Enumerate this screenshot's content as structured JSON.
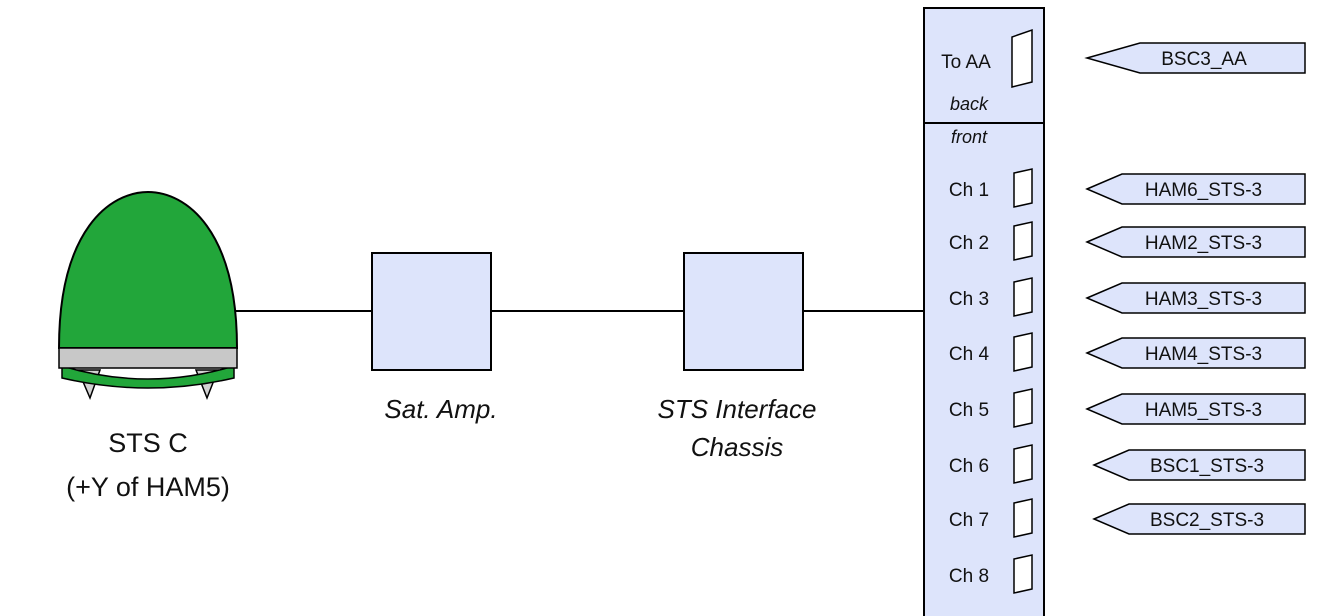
{
  "sensor": {
    "name": "STS C",
    "location": "(+Y of HAM5)",
    "colors": {
      "shell": "#22a63a",
      "band": "#c8c8c8"
    }
  },
  "sat_amp": {
    "label": "Sat. Amp."
  },
  "interface_chassis": {
    "line1": "STS Interface",
    "line2": "Chassis"
  },
  "panel": {
    "back_port": "To AA",
    "back_label": "back",
    "front_label": "front",
    "channels": [
      "Ch 1",
      "Ch 2",
      "Ch 3",
      "Ch 4",
      "Ch 5",
      "Ch 6",
      "Ch 7",
      "Ch 8"
    ]
  },
  "connections": {
    "to_aa": "BSC3_AA",
    "channels": [
      "HAM6_STS-3",
      "HAM2_STS-3",
      "HAM3_STS-3",
      "HAM4_STS-3",
      "HAM5_STS-3",
      "BSC1_STS-3",
      "BSC2_STS-3"
    ]
  },
  "colors": {
    "box_fill": "#dde4fb",
    "stroke": "#000000"
  }
}
